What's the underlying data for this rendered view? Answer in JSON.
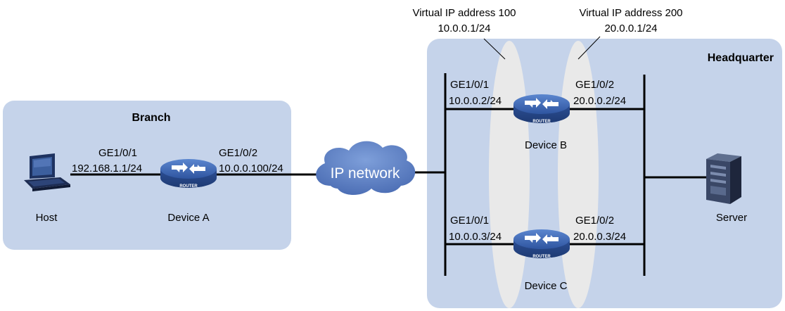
{
  "regions": {
    "branch": "Branch",
    "headquarter": "Headquarter"
  },
  "virtual_ips": {
    "vip100": {
      "title": "Virtual IP address 100",
      "address": "10.0.0.1/24"
    },
    "vip200": {
      "title": "Virtual IP address 200",
      "address": "20.0.0.1/24"
    }
  },
  "cloud": {
    "label": "IP network"
  },
  "devices": {
    "host": {
      "name": "Host"
    },
    "server": {
      "name": "Server"
    },
    "device_a": {
      "name": "Device A",
      "left_if": "GE1/0/1",
      "left_ip": "192.168.1.1/24",
      "right_if": "GE1/0/2",
      "right_ip": "10.0.0.100/24",
      "tag": "ROUTER"
    },
    "device_b": {
      "name": "Device B",
      "left_if": "GE1/0/1",
      "left_ip": "10.0.0.2/24",
      "right_if": "GE1/0/2",
      "right_ip": "20.0.0.2/24",
      "tag": "ROUTER"
    },
    "device_c": {
      "name": "Device C",
      "left_if": "GE1/0/1",
      "left_ip": "10.0.0.3/24",
      "right_if": "GE1/0/2",
      "right_ip": "20.0.0.3/24",
      "tag": "ROUTER"
    }
  },
  "colors": {
    "region_fill": "#c5d3ea",
    "ellipse_fill": "#e9e9e9",
    "router_body": "#3f66b0",
    "cloud_fill": "#5d7fc2"
  }
}
